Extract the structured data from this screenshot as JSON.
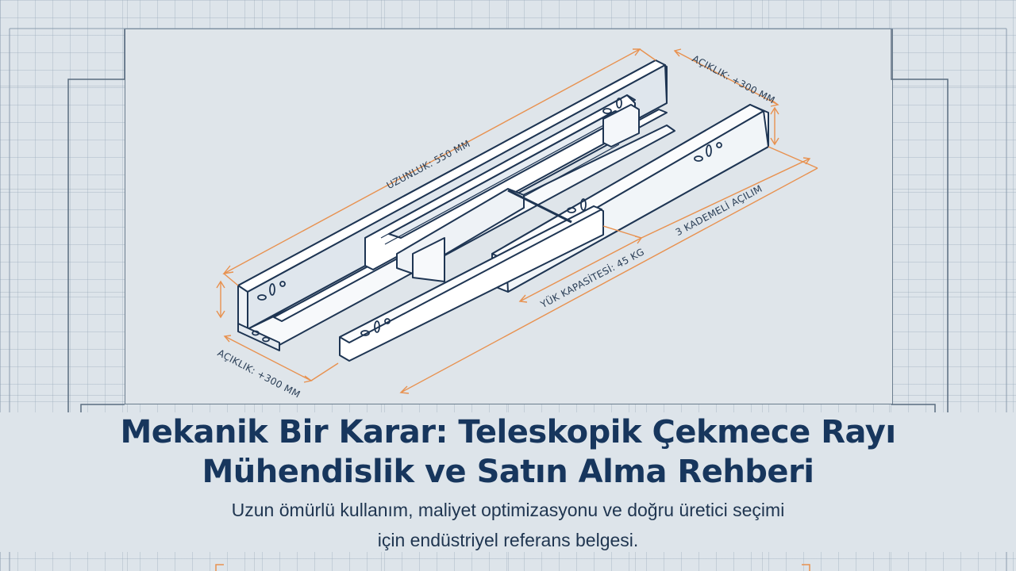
{
  "title": {
    "line1": "Mekanik Bir Karar: Teleskopik Çekmece Rayı",
    "line2": "Mühendislik ve Satın Alma Rehberi"
  },
  "subtitle": {
    "line1": "Uzun ömürlü kullanım, maliyet optimizasyonu ve doğru üretici seçimi",
    "line2": "için endüstriyel referans belgesi."
  },
  "diagram": {
    "subject": "telescopic drawer slide (isometric technical drawing)",
    "dimensions": {
      "length": "UZUNLUK: 550 MM",
      "opening_top": "AÇIKLIK: +300 MM",
      "opening_bottom": "AÇIKLIK: +300 MM",
      "load_capacity": "YÜK KAPASİTESİ: 45 KG",
      "extension": "3 KADEMELİ AÇILIM"
    }
  },
  "colors": {
    "background": "#dde4ea",
    "grid": "#96a8b9",
    "title": "#17365d",
    "subtitle": "#1f3550",
    "outline": "#1e3553",
    "dimension_line": "#e8914f",
    "rail_fill": "#f4f7fa",
    "rail_shade": "#c9d4de"
  }
}
